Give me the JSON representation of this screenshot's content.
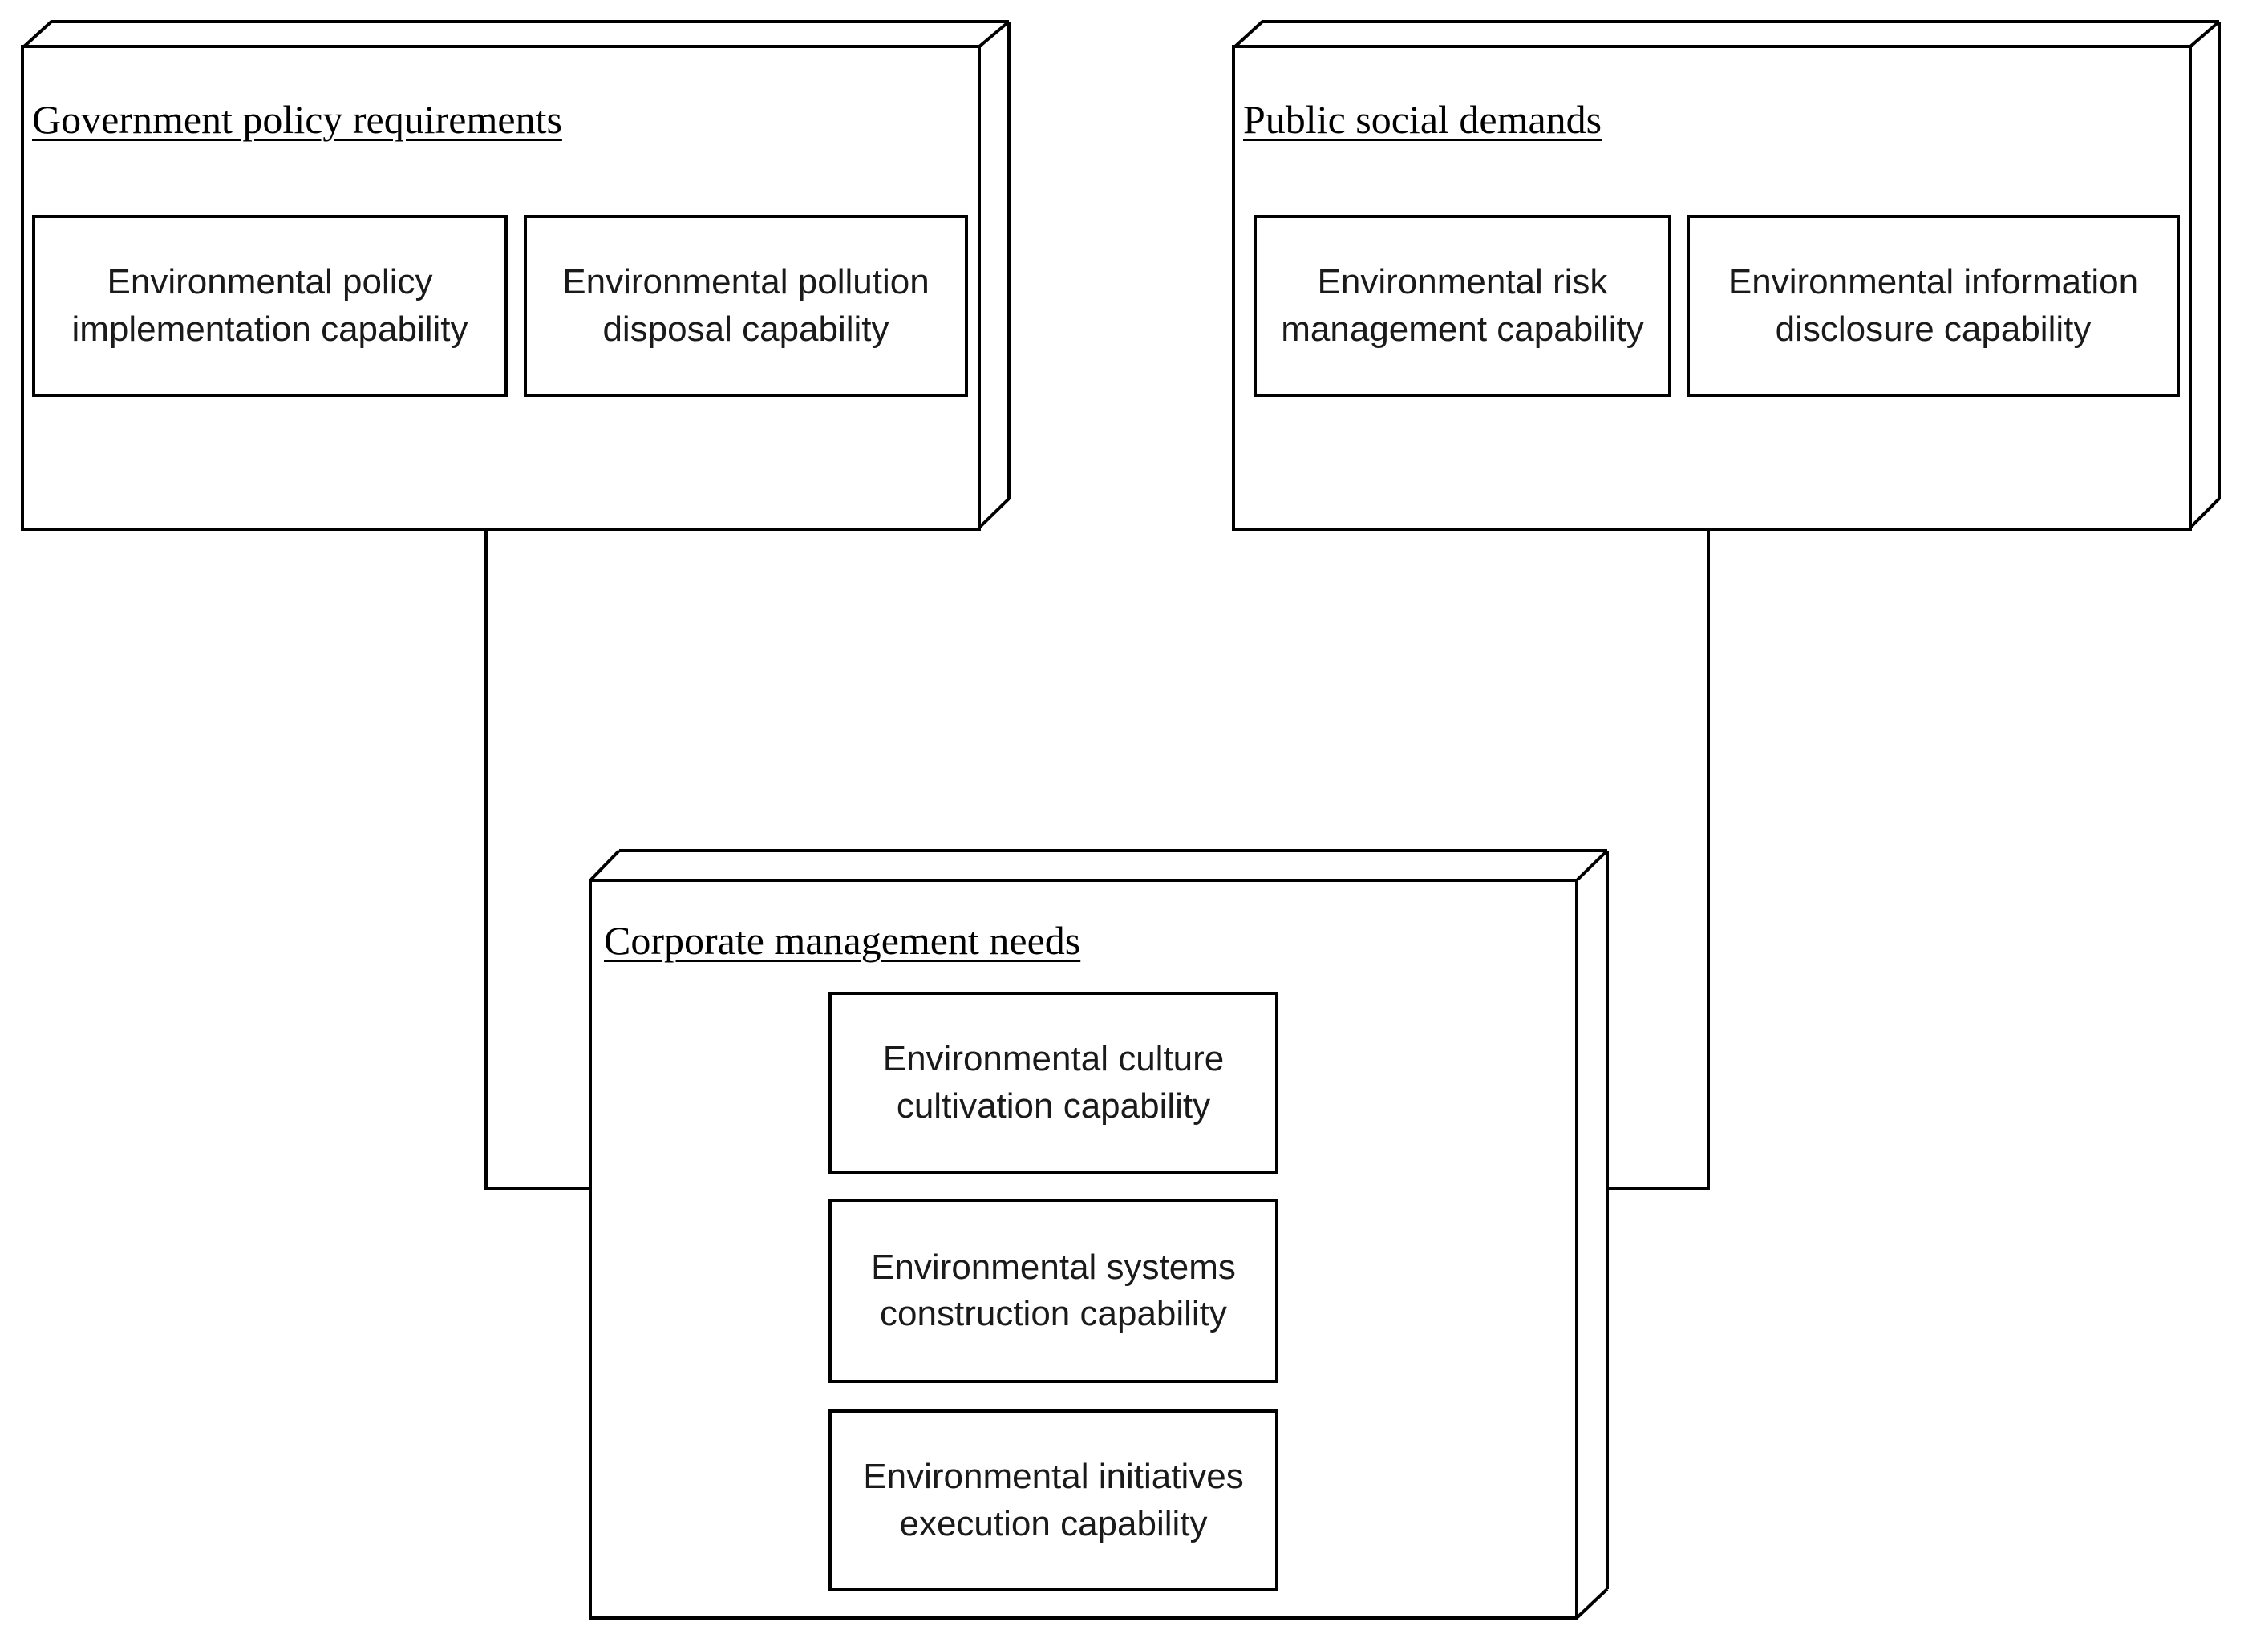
{
  "figure": {
    "background": "#ffffff",
    "line_color": "#000000",
    "text_color": "#1a1a1a",
    "nodes": [
      {
        "title": "Government policy requirements",
        "items": [
          {
            "label": "Environmental policy\nimplementation capability"
          },
          {
            "label": "Environmental pollution\ndisposal capability"
          }
        ]
      },
      {
        "title": "Public social demands",
        "items": [
          {
            "label": "Environmental risk\nmanagement capability"
          },
          {
            "label": "Environmental information\ndisclosure capability"
          }
        ]
      },
      {
        "title": "Corporate management needs",
        "items": [
          {
            "label": "Environmental culture\ncultivation capability"
          },
          {
            "label": "Environmental systems\nconstruction capability"
          },
          {
            "label": "Environmental initiatives\nexecution capability"
          }
        ]
      }
    ],
    "connectors": [
      {
        "from": "Government policy requirements",
        "to": "Corporate management needs"
      },
      {
        "from": "Public social demands",
        "to": "Corporate management needs"
      }
    ]
  }
}
